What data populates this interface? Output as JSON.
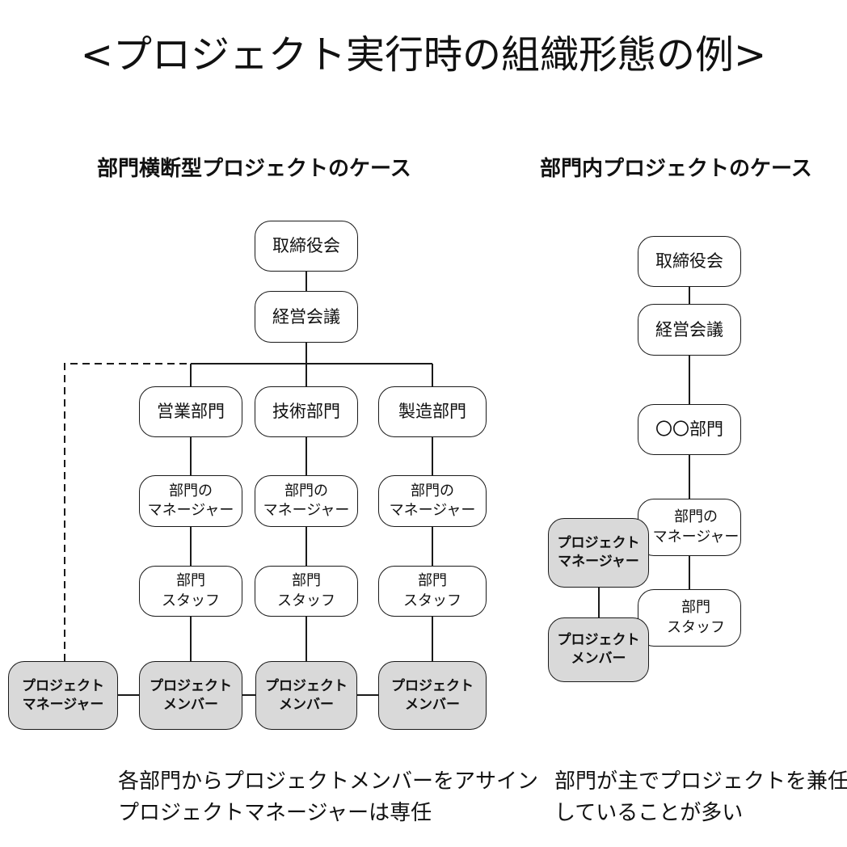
{
  "title": "<プロジェクト実行時の組織形態の例>",
  "left": {
    "heading": "部門横断型プロジェクトのケース",
    "board": "取締役会",
    "council": "経営会議",
    "departments": [
      {
        "name": "営業部門",
        "manager": [
          "部門の",
          "マネージャー"
        ],
        "staff": [
          "部門",
          "スタッフ"
        ],
        "member": [
          "プロジェクト",
          "メンバー"
        ]
      },
      {
        "name": "技術部門",
        "manager": [
          "部門の",
          "マネージャー"
        ],
        "staff": [
          "部門",
          "スタッフ"
        ],
        "member": [
          "プロジェクト",
          "メンバー"
        ]
      },
      {
        "name": "製造部門",
        "manager": [
          "部門の",
          "マネージャー"
        ],
        "staff": [
          "部門",
          "スタッフ"
        ],
        "member": [
          "プロジェクト",
          "メンバー"
        ]
      }
    ],
    "project_manager": [
      "プロジェクト",
      "マネージャー"
    ],
    "note": [
      "各部門からプロジェクトメンバーをアサイン",
      "プロジェクトマネージャーは専任"
    ]
  },
  "right": {
    "heading": "部門内プロジェクトのケース",
    "board": "取締役会",
    "council": "経営会議",
    "department": "〇〇部門",
    "manager": [
      "部門の",
      "マネージャー"
    ],
    "staff": [
      "部門",
      "スタッフ"
    ],
    "project_manager": [
      "プロジェクト",
      "マネージャー"
    ],
    "project_member": [
      "プロジェクト",
      "メンバー"
    ],
    "note": [
      "部門が主でプロジェクトを兼任",
      "していることが多い"
    ]
  }
}
